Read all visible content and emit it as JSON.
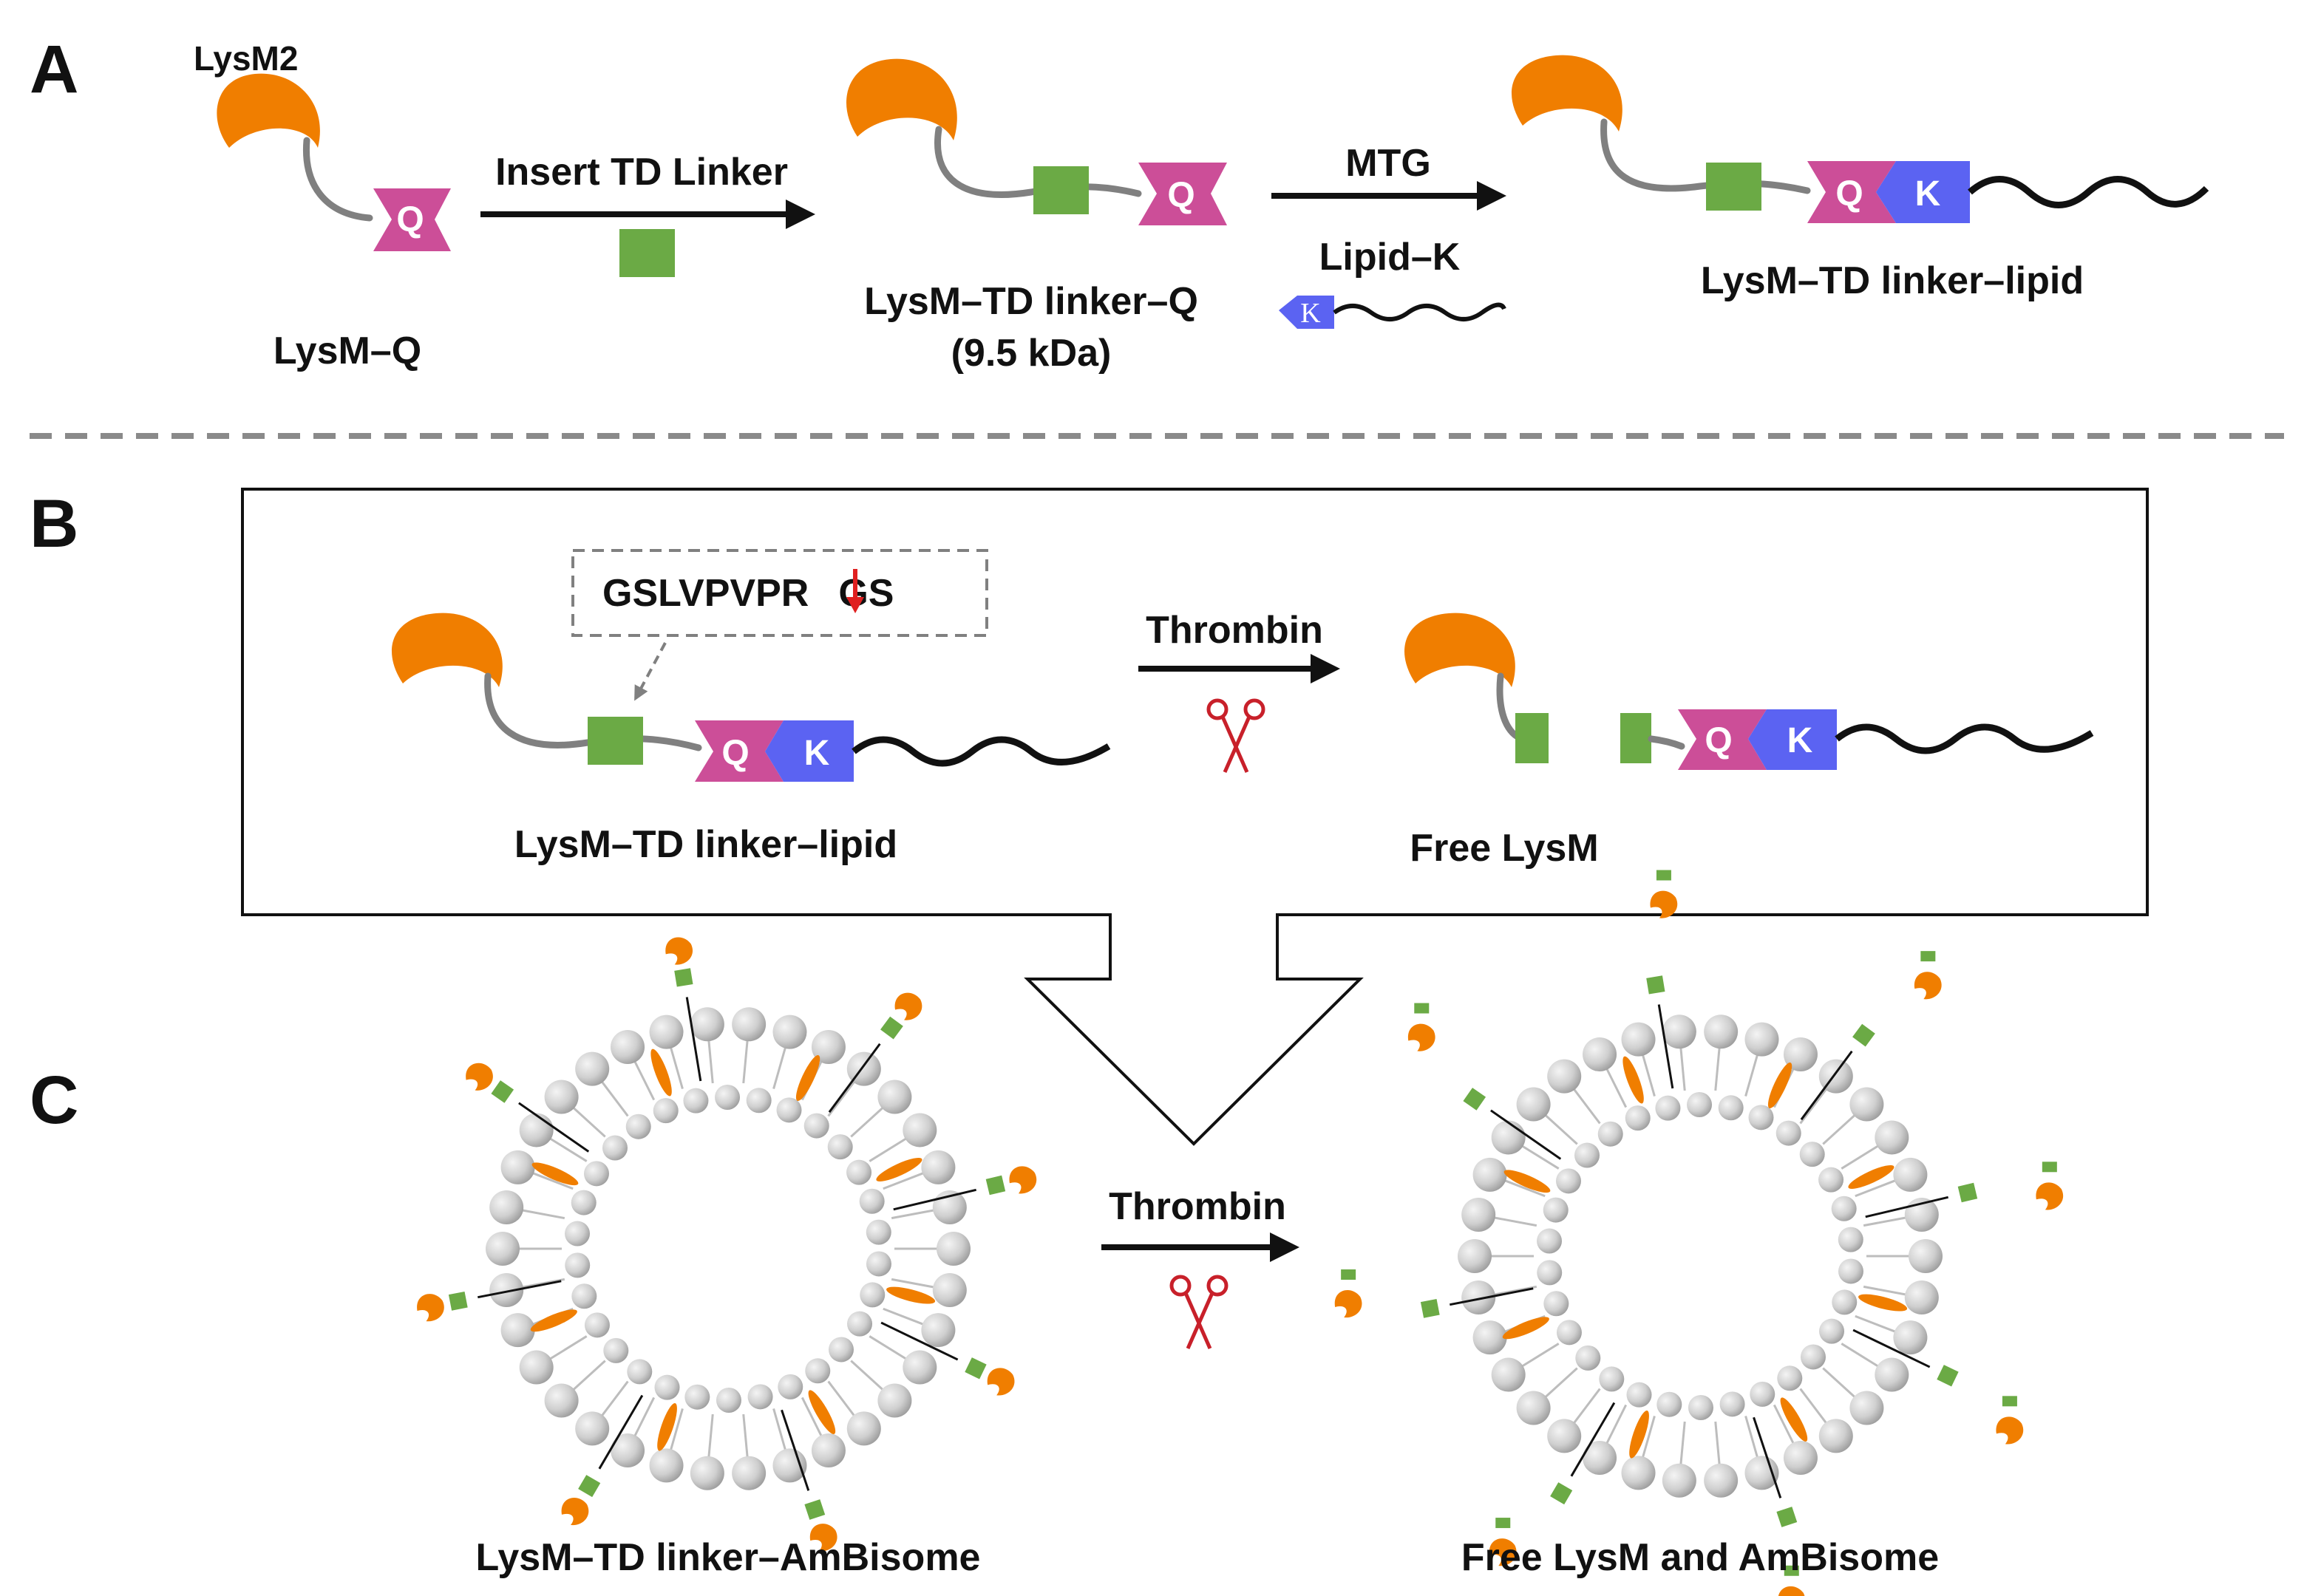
{
  "colors": {
    "lysm": "#F07E00",
    "linker": "#808080",
    "td_linker": "#6BAA45",
    "q_tag": "#CC4E98",
    "k_tag": "#5B63F2",
    "lipid": "#111111",
    "cleavage_arrow": "#E02020",
    "scissors": "#C8202A",
    "vesicle": "#C9C9C9"
  },
  "panel_a": {
    "letter": "A",
    "lysm2_label": "LysM2",
    "lysm_q_label": "LysM–Q",
    "insert_label": "Insert TD Linker",
    "construct_label": "LysM–TD linker–Q",
    "construct_mass": "(9.5 kDa)",
    "mtg_label": "MTG",
    "lipid_k_label": "Lipid–K",
    "product_label": "LysM–TD linker–lipid",
    "q_tag": "Q",
    "k_tag": "K"
  },
  "panel_b": {
    "letter": "B",
    "sequence_pre": "GSLVPVPR",
    "sequence_post": "GS",
    "enzyme_label": "Thrombin",
    "substrate_label": "LysM–TD linker–lipid",
    "product_label": "Free LysM",
    "q_tag": "Q",
    "k_tag": "K"
  },
  "panel_c": {
    "letter": "C",
    "enzyme_label": "Thrombin",
    "left_label": "LysM–TD linker–AmBisome",
    "right_label": "Free LysM and AmBisome"
  },
  "icons": {
    "scissors": "scissors-icon",
    "cleavage": "cleavage-arrow-icon"
  }
}
